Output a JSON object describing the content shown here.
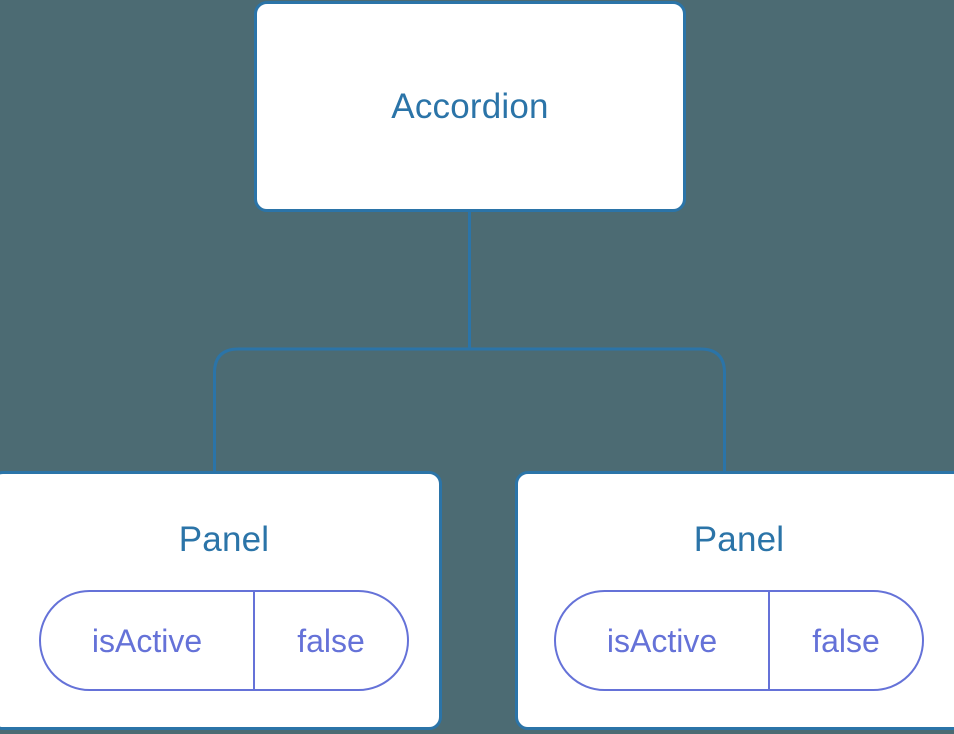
{
  "diagram": {
    "type": "component-tree",
    "background_color": "#4c6b73",
    "node_border_color": "#2b74a8",
    "node_fill_color": "#ffffff",
    "node_title_color": "#2b74a8",
    "prop_color": "#6572d8",
    "connector_color": "#2b74a8",
    "root": {
      "label": "Accordion"
    },
    "children": [
      {
        "label": "Panel",
        "props": [
          {
            "key": "isActive",
            "value": "false"
          }
        ]
      },
      {
        "label": "Panel",
        "props": [
          {
            "key": "isActive",
            "value": "false"
          }
        ]
      }
    ]
  }
}
